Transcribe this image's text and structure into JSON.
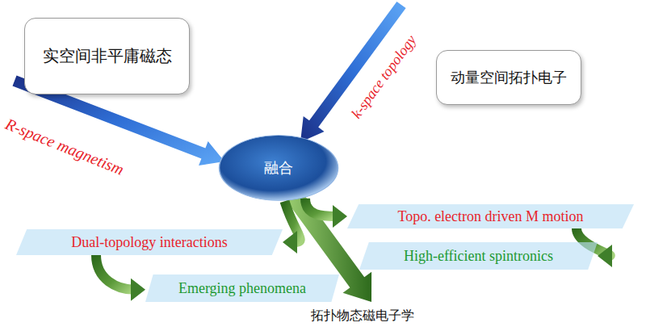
{
  "diagram": {
    "nodes": [
      {
        "text": [
          "实空间非平庸磁态"
        ]
      },
      {
        "text": [
          "动量空间拓扑电子"
        ]
      },
      {
        "text": [
          "融合"
        ]
      },
      {
        "text": [
          "Topo. electron driven M motion"
        ]
      },
      {
        "text": [
          "Dual-topology interactions"
        ]
      },
      {
        "text": [
          "High-efficient spintronics"
        ]
      },
      {
        "text": [
          "Emerging phenomena"
        ]
      }
    ],
    "edges": [
      {
        "from": 2,
        "to": 3,
        "arrow": "to"
      },
      {
        "from": 2,
        "to": 4,
        "arrow": "to"
      },
      {
        "from": 3,
        "to": 5,
        "arrow": "to"
      },
      {
        "from": 4,
        "to": 6,
        "arrow": "to"
      }
    ],
    "labels": [
      "R-space magnetism",
      "k-space topology",
      "拓扑物态磁电子学"
    ]
  }
}
